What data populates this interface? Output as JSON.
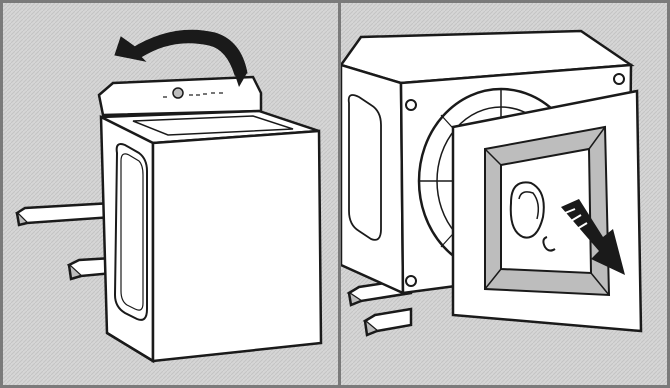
{
  "figure": {
    "panels": [
      {
        "id": "left",
        "depicts": "washer-with-lid-flip-arrow",
        "arrow_direction": "counterclockwise-backward"
      },
      {
        "id": "right",
        "depicts": "dryer-front-panel-removed",
        "arrow_direction": "outward"
      }
    ],
    "colors": {
      "background": "#d6d6d6",
      "outline": "#1a1a1a",
      "fill_white": "#ffffff",
      "fill_shade": "#bdbdbd",
      "divider": "#7a7a7a"
    }
  }
}
